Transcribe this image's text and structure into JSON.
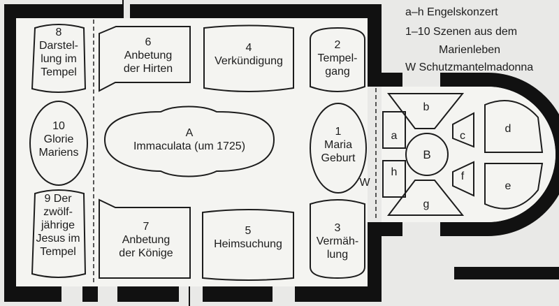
{
  "legend": {
    "line1": "a–h  Engelskonzert",
    "line2": "1–10  Szenen aus dem",
    "line3": "Marienleben",
    "line4": "W  Schutzmantelmadonna"
  },
  "fields": {
    "f8": {
      "num": "8",
      "line1": "Darstel-",
      "line2": "lung im",
      "line3": "Tempel"
    },
    "f10": {
      "num": "10",
      "line1": "Glorie",
      "line2": "Mariens"
    },
    "f9": {
      "num": "9  Der",
      "line1": "zwölf-",
      "line2": "jährige",
      "line3": "Jesus im",
      "line4": "Tempel"
    },
    "f6": {
      "num": "6",
      "line1": "Anbetung",
      "line2": "der Hirten"
    },
    "f4": {
      "num": "4",
      "line1": "Verkündigung"
    },
    "fA": {
      "num": "A",
      "line1": "Immaculata (um 1725)"
    },
    "f7": {
      "num": "7",
      "line1": "Anbetung",
      "line2": "der Könige"
    },
    "f5": {
      "num": "5",
      "line1": "Heimsuchung"
    },
    "f2": {
      "num": "2",
      "line1": "Tempel-",
      "line2": "gang"
    },
    "f1": {
      "num": "1",
      "line1": "Maria",
      "line2": "Geburt"
    },
    "f3": {
      "num": "3",
      "line1": "Vermäh-",
      "line2": "lung"
    },
    "fW": {
      "label": "W"
    },
    "choir": {
      "a": "a",
      "b": "b",
      "c": "c",
      "d": "d",
      "e": "e",
      "f": "f",
      "g": "g",
      "h": "h",
      "B": "B"
    }
  }
}
